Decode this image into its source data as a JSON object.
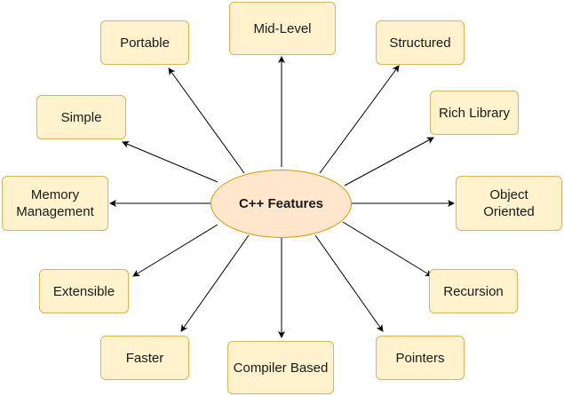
{
  "diagram": {
    "center": {
      "label": "C++ Features"
    },
    "nodes": [
      {
        "id": "mid-level",
        "label": "Mid-Level"
      },
      {
        "id": "portable",
        "label": "Portable"
      },
      {
        "id": "structured",
        "label": "Structured"
      },
      {
        "id": "simple",
        "label": "Simple"
      },
      {
        "id": "rich-library",
        "label": "Rich Library"
      },
      {
        "id": "memory-management",
        "label": "Memory\nManagement"
      },
      {
        "id": "object-oriented",
        "label": "Object\nOriented"
      },
      {
        "id": "extensible",
        "label": "Extensible"
      },
      {
        "id": "recursion",
        "label": "Recursion"
      },
      {
        "id": "faster",
        "label": "Faster"
      },
      {
        "id": "compiler-based",
        "label": "Compiler Based"
      },
      {
        "id": "pointers",
        "label": "Pointers"
      }
    ],
    "colors": {
      "node_fill": "#fff2cc",
      "node_border": "#d6b656",
      "center_fill": "#ffe6cc",
      "center_border": "#d79b00",
      "edge": "#000000"
    }
  }
}
